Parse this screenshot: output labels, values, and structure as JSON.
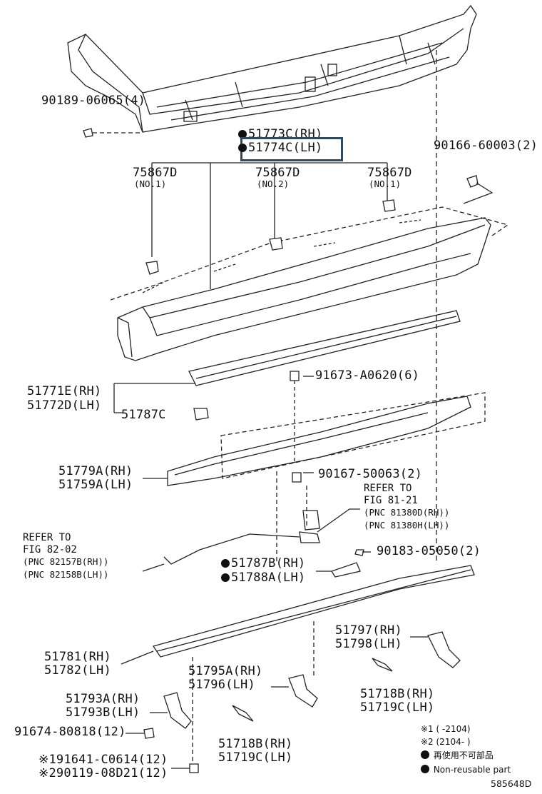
{
  "diagram_id": "585648D",
  "highlight": {
    "color": "#2e4a5e"
  },
  "parts": {
    "p90189": "90189-06065(4)",
    "p51773c": "51773C(RH)",
    "p51774c": "51774C(LH)",
    "p90166": "90166-60003(2)",
    "p75867d_a": "75867D",
    "p75867d_a_note": "(NO.1)",
    "p75867d_b": "75867D",
    "p75867d_b_note": "(NO.2)",
    "p75867d_c": "75867D",
    "p75867d_c_note": "(NO.1)",
    "p91673": "91673-A0620(6)",
    "p51771e": "51771E(RH)",
    "p51772d": "51772D(LH)",
    "p51787c": "51787C",
    "p51779a": "51779A(RH)",
    "p51759a": "51759A(LH)",
    "p90167": "90167-50063(2)",
    "p90183": "90183-05050(2)",
    "p51787b": "51787B(RH)",
    "p51788a": "51788A(LH)",
    "p51781": "51781(RH)",
    "p51782": "51782(LH)",
    "p51797": "51797(RH)",
    "p51798": "51798(LH)",
    "p51795a": "51795A(RH)",
    "p51796": "51796(LH)",
    "p51718b_r": "51718B(RH)",
    "p51719c_r": "51719C(LH)",
    "p51793a": "51793A(RH)",
    "p51793b": "51793B(LH)",
    "p91674": "91674-80818(12)",
    "p51718b_c": "51718B(RH)",
    "p51719c_c": "51719C(LH)",
    "p91641": "※191641-C0614(12)",
    "p90119": "※290119-08D21(12)"
  },
  "refs": {
    "r81_1": "REFER TO",
    "r81_2": "FIG 81-21",
    "r81_3": "(PNC 81380D(RH))",
    "r81_4": "(PNC 81380H(LH))",
    "r82_1": "REFER TO",
    "r82_2": "FIG 82-02",
    "r82_3": "(PNC 82157B(RH))",
    "r82_4": "(PNC 82158B(LH))"
  },
  "legend": {
    "l1": "※1 (      -2104)",
    "l2": "※2 (2104-      )",
    "l3": "再使用不可部品",
    "l4": "Non-reusable part"
  }
}
